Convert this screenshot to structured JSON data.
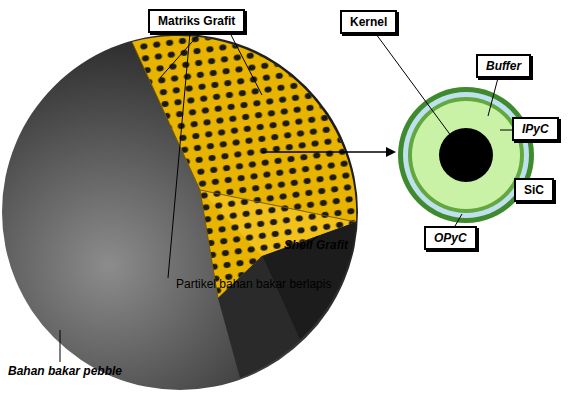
{
  "diagram": {
    "nodes": [
      {
        "text": [
          "Matriks Grafit"
        ]
      },
      {
        "text": [
          "Kernel"
        ]
      },
      {
        "text": [
          "Buffer"
        ]
      },
      {
        "text": [
          "IPyC"
        ]
      },
      {
        "text": [
          "SiC"
        ]
      },
      {
        "text": [
          "OPyC"
        ]
      }
    ],
    "labels": [
      "Shell Grafit",
      "Partikel bahan bakar berlapis",
      "Bahan bakar pebble"
    ]
  }
}
